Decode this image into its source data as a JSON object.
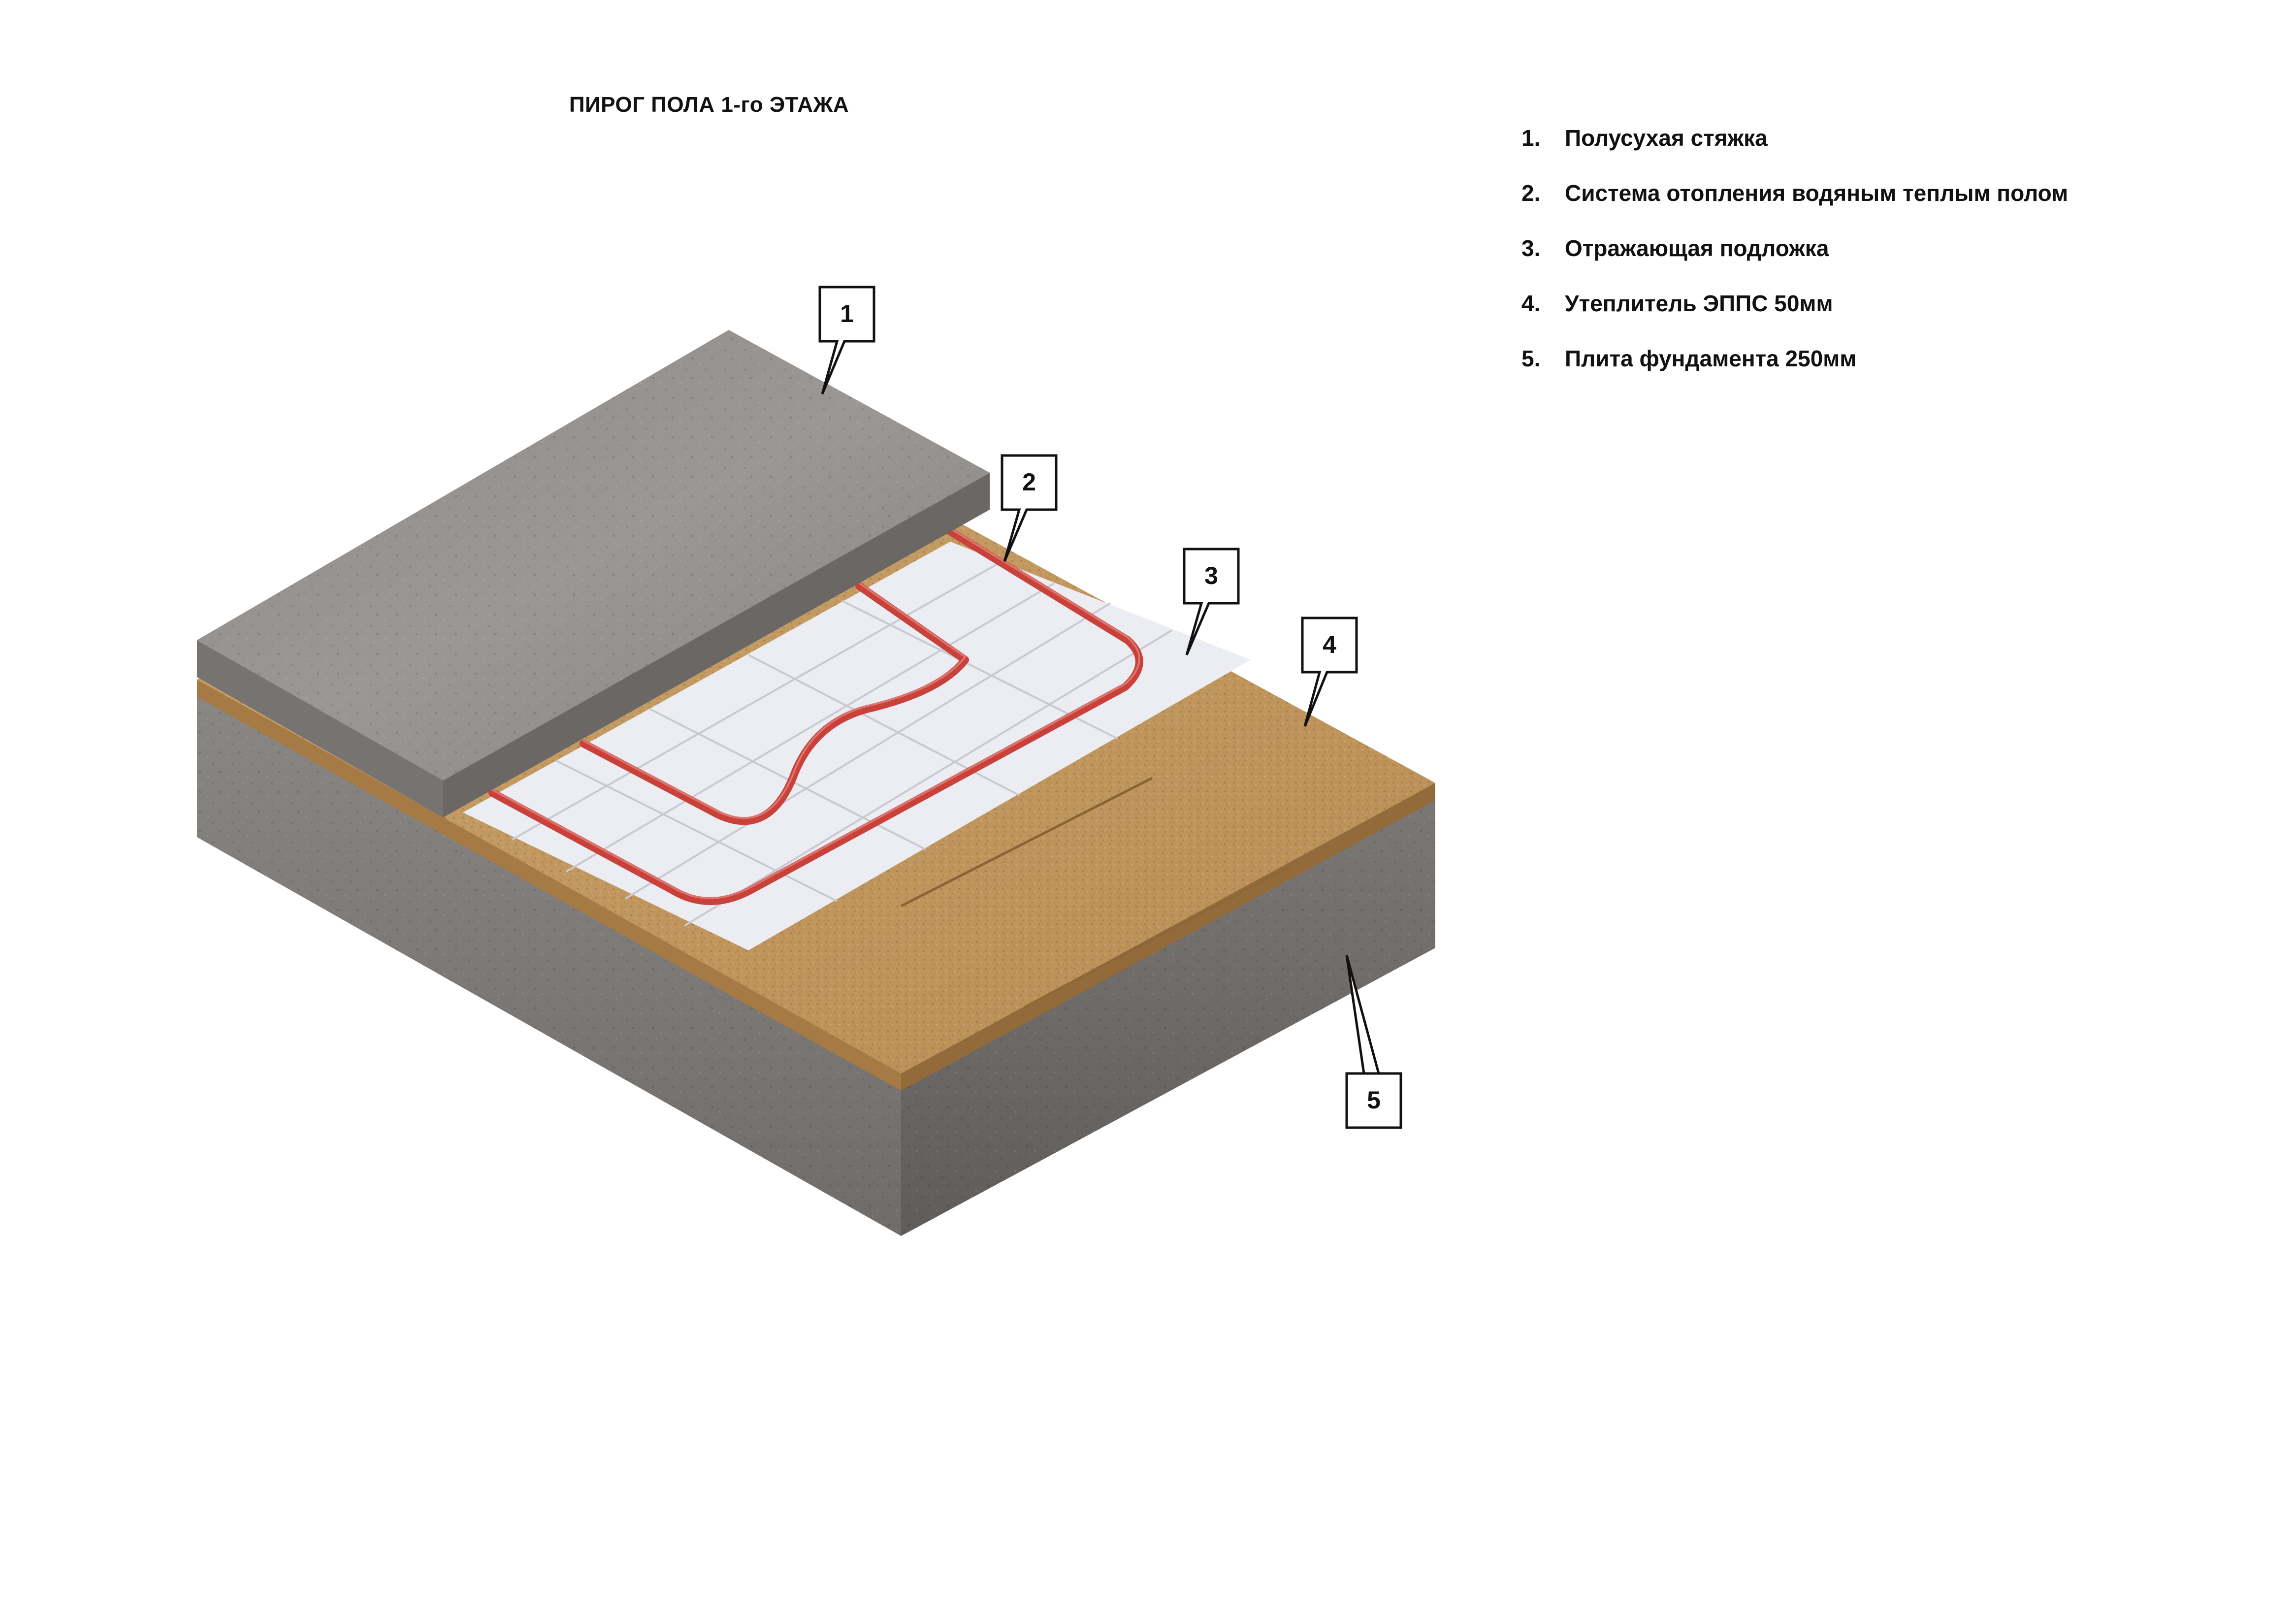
{
  "title": "ПИРОГ ПОЛА 1-го ЭТАЖА",
  "legend": [
    {
      "number": "1.",
      "label": "Полусухая стяжка"
    },
    {
      "number": "2.",
      "label": "Система отопления водяным теплым полом"
    },
    {
      "number": "3.",
      "label": "Отражающая подложка"
    },
    {
      "number": "4.",
      "label": "Утеплитель ЭППС 50мм"
    },
    {
      "number": "5.",
      "label": "Плита фундамента 250мм"
    }
  ],
  "callouts": [
    "1",
    "2",
    "3",
    "4",
    "5"
  ],
  "colors": {
    "screed": "#8c8985",
    "slab": "#7d7a77",
    "insulation": "#c49a62",
    "underlay": "#edeef3",
    "pipe": "#c8413a"
  }
}
